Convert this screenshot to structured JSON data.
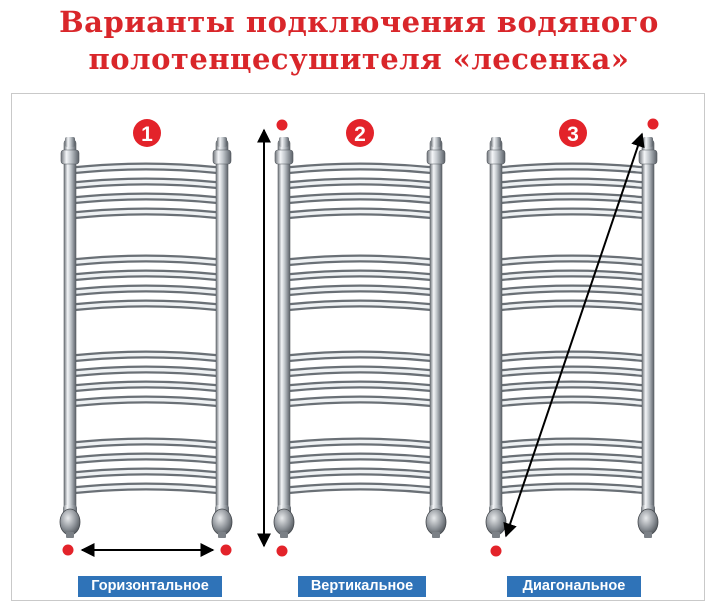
{
  "title": {
    "line1": "Варианты подключения водяного",
    "line2": "полотенцесушителя «лесенка»"
  },
  "variants": [
    {
      "number": "1",
      "label": "Горизонтальное"
    },
    {
      "number": "2",
      "label": "Вертикальное"
    },
    {
      "number": "3",
      "label": "Диагональное"
    }
  ],
  "colors": {
    "title": "#d9262a",
    "dot": "#e3232a",
    "label_bg": "#2f73b8",
    "arrow": "#000000"
  }
}
